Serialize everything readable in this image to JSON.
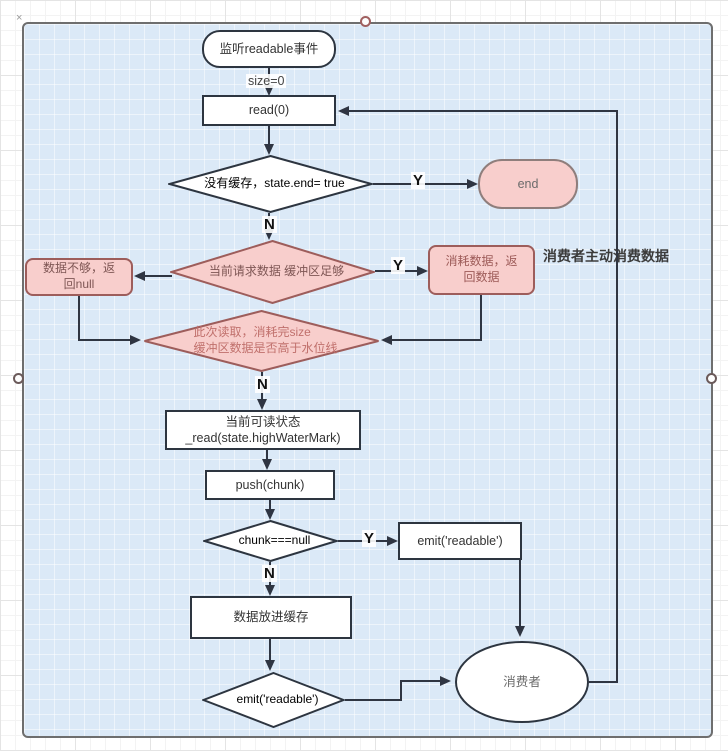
{
  "colors": {
    "line": "#2f3542",
    "pink_fill": "#f8cecc",
    "pink_border": "#9d5d5b",
    "container_fill": "#dbe9f7",
    "container_border": "#6e6e6e",
    "white_fill": "#ffffff"
  },
  "nodes": {
    "start": {
      "label": "监听readable事件"
    },
    "size_label": "size=0",
    "read0": {
      "label": "read(0)"
    },
    "d_no_cache": {
      "label": "没有缓存，state.end= true"
    },
    "end": {
      "label": "end"
    },
    "d_buffer_enough": {
      "label": "当前请求数据 缓冲区足够"
    },
    "not_enough": {
      "label": "数据不够，返\n回null"
    },
    "consume": {
      "label": "消耗数据，返\n回数据"
    },
    "d_watermark": {
      "label": "此次读取，消耗完size\n缓冲区数据是否高于水位线"
    },
    "read_state": {
      "label": "当前可读状态\n_read(state.highWaterMark)"
    },
    "push": {
      "label": "push(chunk)"
    },
    "d_chunk_null": {
      "label": "chunk===null"
    },
    "emit_readable_rect": {
      "label": "emit('readable')"
    },
    "cache": {
      "label": "数据放进缓存"
    },
    "d_emit_readable": {
      "label": "emit('readable')"
    },
    "consumer": {
      "label": "消费者"
    },
    "annotation": "消费者主动消费数据"
  },
  "edge_labels": {
    "y1": "Y",
    "n1": "N",
    "y2": "Y",
    "n2": "N",
    "y3": "Y",
    "n3": "N"
  },
  "decor": {
    "corner_mark": "×"
  }
}
